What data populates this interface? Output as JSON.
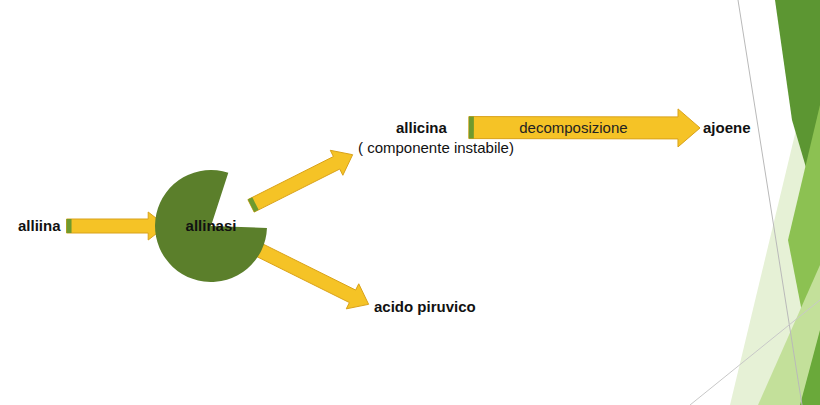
{
  "diagram": {
    "nodes": [
      {
        "text": [
          "alliina"
        ]
      },
      {
        "text": [
          "allinasi"
        ]
      },
      {
        "text": [
          "allicina",
          "( componente instabile)"
        ]
      },
      {
        "text": [
          "acido piruvico"
        ]
      },
      {
        "text": [
          "ajoene"
        ]
      }
    ],
    "edges": [
      {
        "from": 0,
        "to": 1,
        "arrow": "to"
      },
      {
        "from": 1,
        "to": 2,
        "arrow": "to"
      },
      {
        "from": 1,
        "to": 3,
        "arrow": "to"
      },
      {
        "from": 2,
        "to": 4,
        "arrow": "to",
        "label": "decomposizione"
      }
    ]
  }
}
